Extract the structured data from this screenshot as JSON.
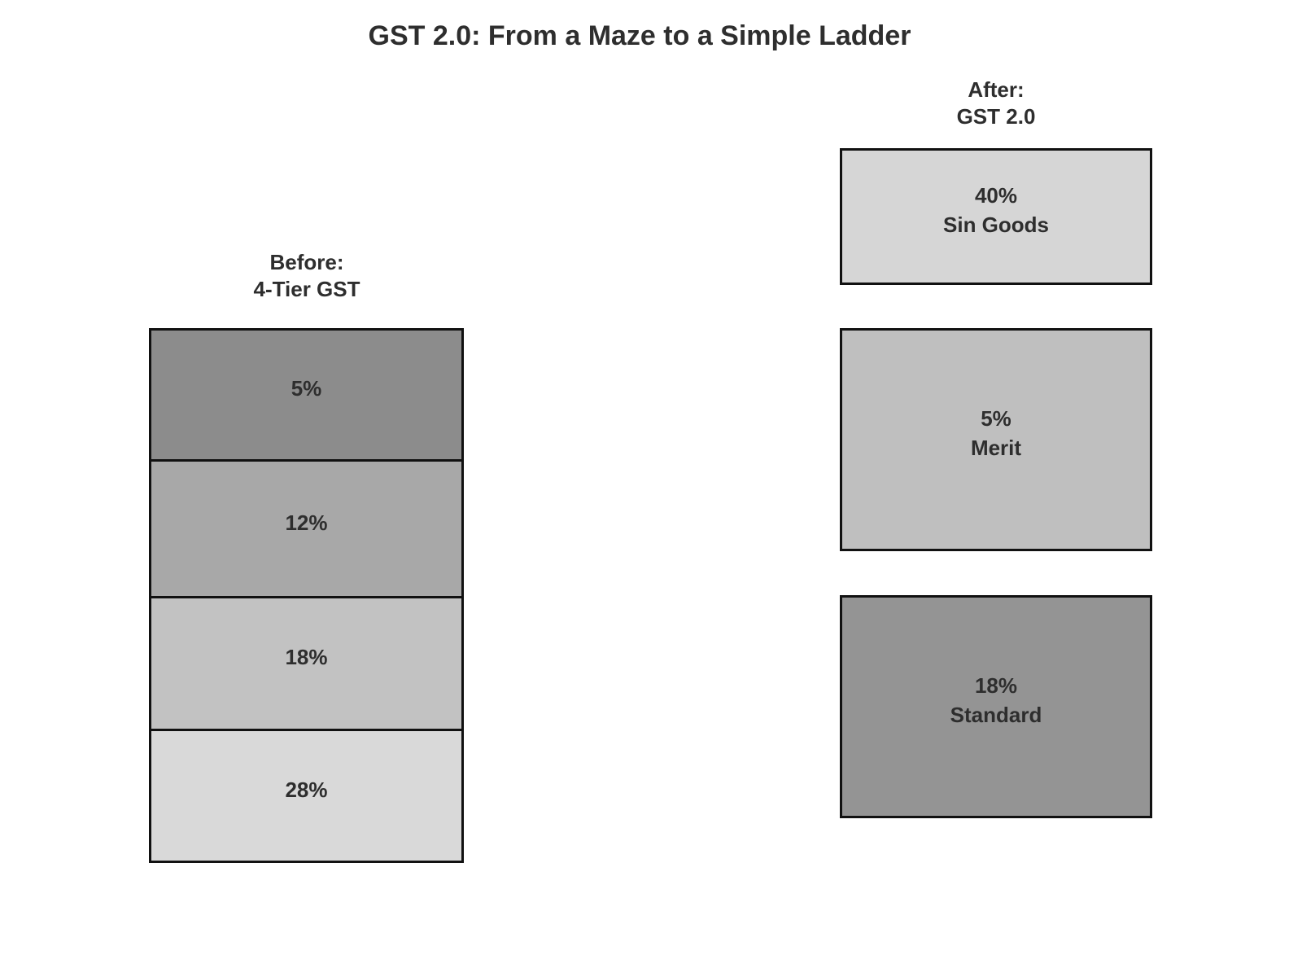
{
  "title": "GST 2.0: From a Maze to a Simple Ladder",
  "before_column": {
    "header": [
      "Before:",
      "4-Tier GST"
    ],
    "tiers": [
      {
        "label": "5%",
        "color": "#8c8c8c"
      },
      {
        "label": "12%",
        "color": "#a8a8a8"
      },
      {
        "label": "18%",
        "color": "#c2c2c2"
      },
      {
        "label": "28%",
        "color": "#d9d9d9"
      }
    ]
  },
  "after_column": {
    "header": [
      "After:",
      "GST 2.0"
    ],
    "slabs": [
      {
        "rate": "40%",
        "name": "Sin Goods",
        "color": "#d6d6d6"
      },
      {
        "rate": "5%",
        "name": "Merit",
        "color": "#bfbfbf"
      },
      {
        "rate": "18%",
        "name": "Standard",
        "color": "#949494"
      }
    ]
  },
  "colors": {
    "background": "#ffffff",
    "border": "#111111",
    "text": "#2e2e2e"
  }
}
